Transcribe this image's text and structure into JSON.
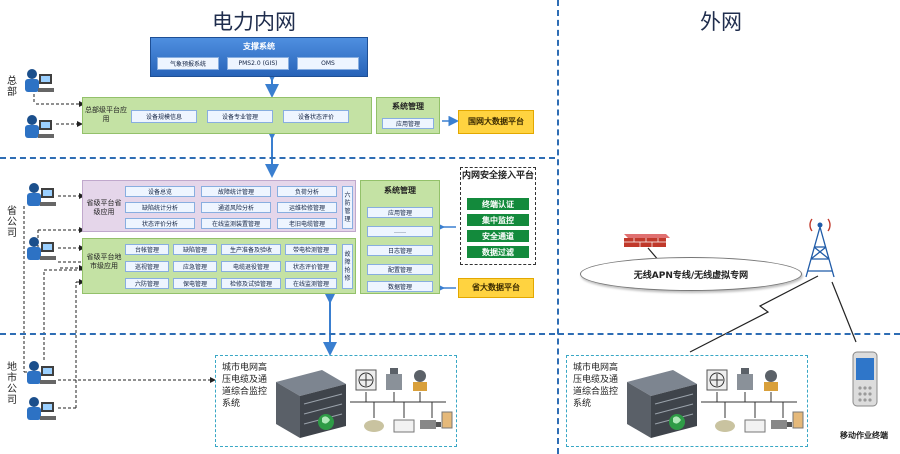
{
  "titles": {
    "inner": "电力内网",
    "outer": "外网"
  },
  "side_labels": {
    "hq": "总部",
    "province": "省公司",
    "city": "地市公司"
  },
  "support": {
    "title": "支撑系统",
    "items": [
      "气象预报系统",
      "PMS2.0 (GIS)",
      "OMS"
    ]
  },
  "hq_platform": {
    "label": "总部级平台应用",
    "items": [
      "设备规模信息",
      "设备专业管理",
      "设备状态评价"
    ],
    "sys_title": "系统管理",
    "sys_items": [
      "应用管理"
    ]
  },
  "hq_bigdata": "国网大数据平台",
  "province_platform": {
    "label": "省级平台省级应用",
    "grid": [
      [
        "设备总览",
        "故障统计管理",
        "负荷分析"
      ],
      [
        "缺陷统计分析",
        "通道风险分析",
        "运维检修管理"
      ],
      [
        "状态评价分析",
        "在线监测装置管理",
        "老旧电缆管理"
      ]
    ],
    "side_item": "六防管理"
  },
  "city_platform": {
    "label": "省级平台地市级应用",
    "grid": [
      [
        "台帐管理",
        "缺陷管理",
        "生产准备及验收",
        "带电检测管理"
      ],
      [
        "巡视管理",
        "应急管理",
        "电缆退役管理",
        "状态评价管理"
      ],
      [
        "六防管理",
        "保电管理",
        "检修及试验管理",
        "在线监测管理"
      ]
    ],
    "side_item": "故障抢修"
  },
  "province_sys": {
    "title": "系统管理",
    "items": [
      "应用管理",
      "……",
      "日志管理",
      "配置管理",
      "数据管理"
    ]
  },
  "province_bigdata": "省大数据平台",
  "security": {
    "title": "内网安全接入平台",
    "items": [
      "终端认证",
      "集中监控",
      "安全通道",
      "数据过滤"
    ]
  },
  "wireless": "无线APN专线/无线虚拟专网",
  "monitor_inner": "城市电网高压电缆及通道综合监控系统",
  "monitor_outer": "城市电网高压电缆及通道综合监控系统",
  "mobile": "移动作业终端",
  "colors": {
    "accent": "#2e6db4",
    "platform_green": "#c4e2a4",
    "platform_pink": "#e5d6ea",
    "security_green": "#138a3c",
    "bigdata_yellow": "#ffd340"
  }
}
